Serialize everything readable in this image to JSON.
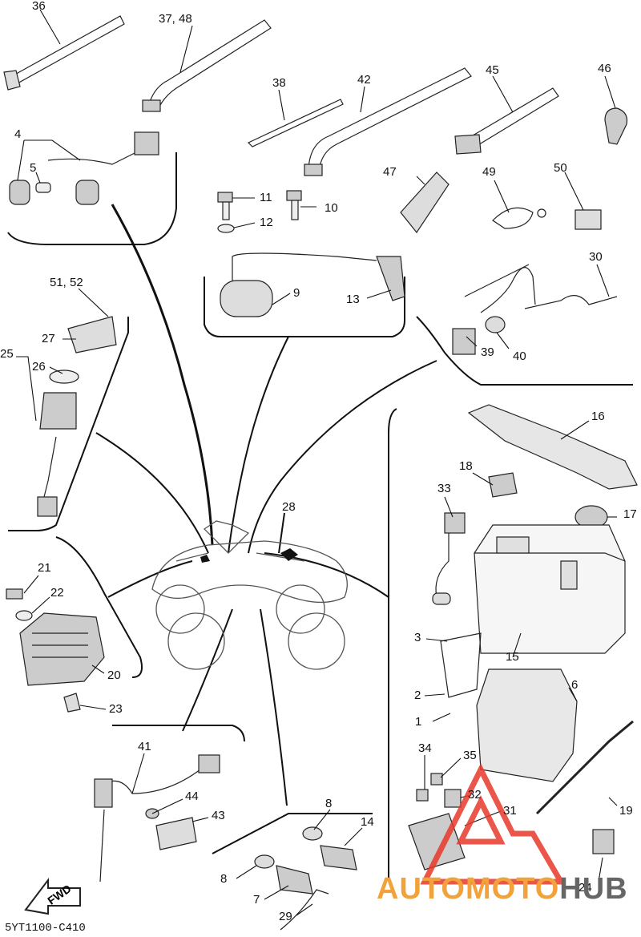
{
  "diagram_code": "5YT1100-C410",
  "fwd_label": "FWD",
  "watermark": {
    "part1": "AUTOMOTO",
    "part2": "HUB",
    "accent": "#e8392b",
    "orange": "#f1a23a",
    "gray": "#666666"
  },
  "callouts": {
    "c36": "36",
    "c37_48": "37, 48",
    "c38": "38",
    "c42": "42",
    "c45": "45",
    "c46": "46",
    "c4": "4",
    "c5": "5",
    "c47": "47",
    "c49": "49",
    "c50": "50",
    "c11": "11",
    "c10": "10",
    "c12": "12",
    "c9": "9",
    "c13": "13",
    "c51_52": "51, 52",
    "c27": "27",
    "c25": "25",
    "c26": "26",
    "c30": "30",
    "c39": "39",
    "c40": "40",
    "c16": "16",
    "c18": "18",
    "c33": "33",
    "c17": "17",
    "c28": "28",
    "c21": "21",
    "c22": "22",
    "c20": "20",
    "c23": "23",
    "c3": "3",
    "c15": "15",
    "c2": "2",
    "c6": "6",
    "c1": "1",
    "c41": "41",
    "c44": "44",
    "c43": "43",
    "c34": "34",
    "c35": "35",
    "c32": "32",
    "c31": "31",
    "c19": "19",
    "c8a": "8",
    "c14": "14",
    "c8b": "8",
    "c7": "7",
    "c29": "29",
    "c24": "24"
  }
}
